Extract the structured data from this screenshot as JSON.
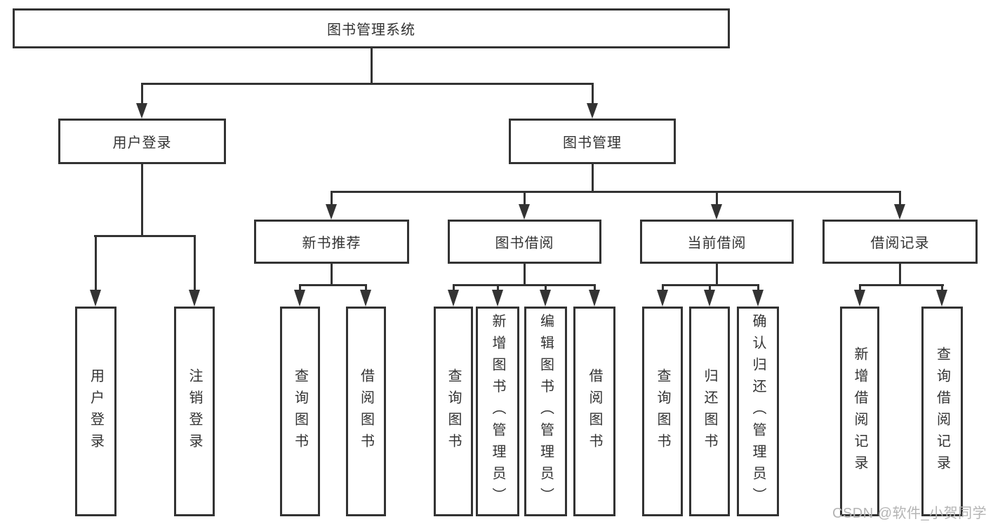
{
  "tree": {
    "root": {
      "label": "图书管理系统"
    },
    "branches": [
      {
        "label": "用户登录",
        "leaves": [
          {
            "label": "用户登录"
          },
          {
            "label": "注销登录"
          }
        ]
      },
      {
        "label": "图书管理",
        "groups": [
          {
            "label": "新书推荐",
            "leaves": [
              {
                "label": "查询图书"
              },
              {
                "label": "借阅图书"
              }
            ]
          },
          {
            "label": "图书借阅",
            "leaves": [
              {
                "label": "查询图书"
              },
              {
                "label": "新增图书（管理员）"
              },
              {
                "label": "编辑图书（管理员）"
              },
              {
                "label": "借阅图书"
              }
            ]
          },
          {
            "label": "当前借阅",
            "leaves": [
              {
                "label": "查询图书"
              },
              {
                "label": "归还图书"
              },
              {
                "label": "确认归还（管理员）"
              }
            ]
          },
          {
            "label": "借阅记录",
            "leaves": [
              {
                "label": "新增借阅记录"
              },
              {
                "label": "查询借阅记录"
              }
            ]
          }
        ]
      }
    ]
  },
  "watermark": {
    "text": "CSDN @软件_小贺同学"
  },
  "colors": {
    "line": "#333333",
    "background": "#ffffff",
    "watermark": "#b4b4b4"
  }
}
